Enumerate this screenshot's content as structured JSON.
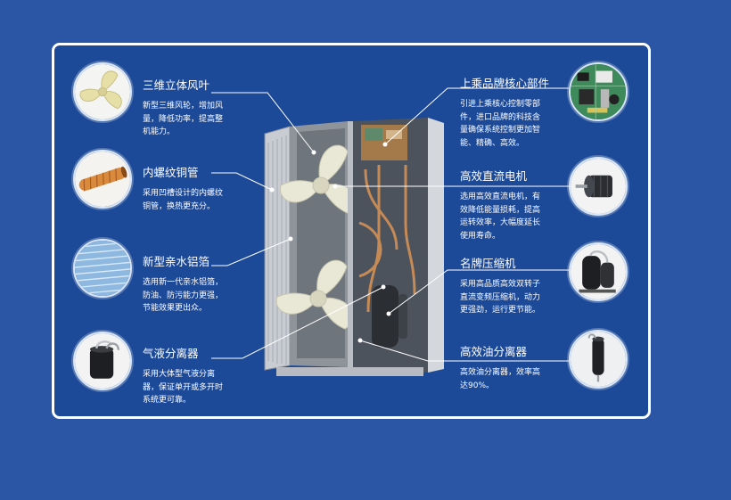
{
  "colors": {
    "background": "#2a56a5",
    "panel": "#1c4a99",
    "border": "#ffffff",
    "text": "#ffffff"
  },
  "features": {
    "fan": {
      "icon": "fan-blade-icon",
      "title": "三维立体风叶",
      "lines": [
        "新型三维风轮，增加风",
        "量，降低功率，提高整",
        "机能力。"
      ]
    },
    "copper_tube": {
      "icon": "copper-tube-icon",
      "title": "内螺纹铜管",
      "lines": [
        "采用凹槽设计的内螺纹",
        "铜管，换热更充分。"
      ]
    },
    "aluminum_foil": {
      "icon": "aluminum-fin-icon",
      "title": "新型亲水铝箔",
      "lines": [
        "选用新一代亲水铝箔，",
        "防油、防污能力更强，",
        "节能效果更出众。"
      ]
    },
    "gas_liquid_separator": {
      "icon": "gas-liquid-separator-icon",
      "title": "气液分离器",
      "lines": [
        "采用大体型气液分离",
        "器，保证单开或多开时",
        "系统更可靠。"
      ]
    },
    "core_parts": {
      "icon": "circuit-board-icon",
      "title": "上乘品牌核心部件",
      "lines": [
        "引进上乘核心控制零部",
        "件，进口品牌的科技含",
        "量确保系统控制更加智",
        "能、精确、高效。"
      ]
    },
    "dc_motor": {
      "icon": "dc-motor-icon",
      "title": "高效直流电机",
      "lines": [
        "选用高效直流电机，有",
        "效降低能量损耗，提高",
        "运转效率，大幅度延长",
        "使用寿命。"
      ]
    },
    "compressor": {
      "icon": "compressor-icon",
      "title": "名牌压缩机",
      "lines": [
        "采用高品质高效双转子",
        "直流变频压缩机，动力",
        "更强劲，运行更节能。"
      ]
    },
    "oil_separator": {
      "icon": "oil-separator-icon",
      "title": "高效油分离器",
      "lines": [
        "高效油分离器，效率高",
        "达90%。"
      ]
    }
  }
}
